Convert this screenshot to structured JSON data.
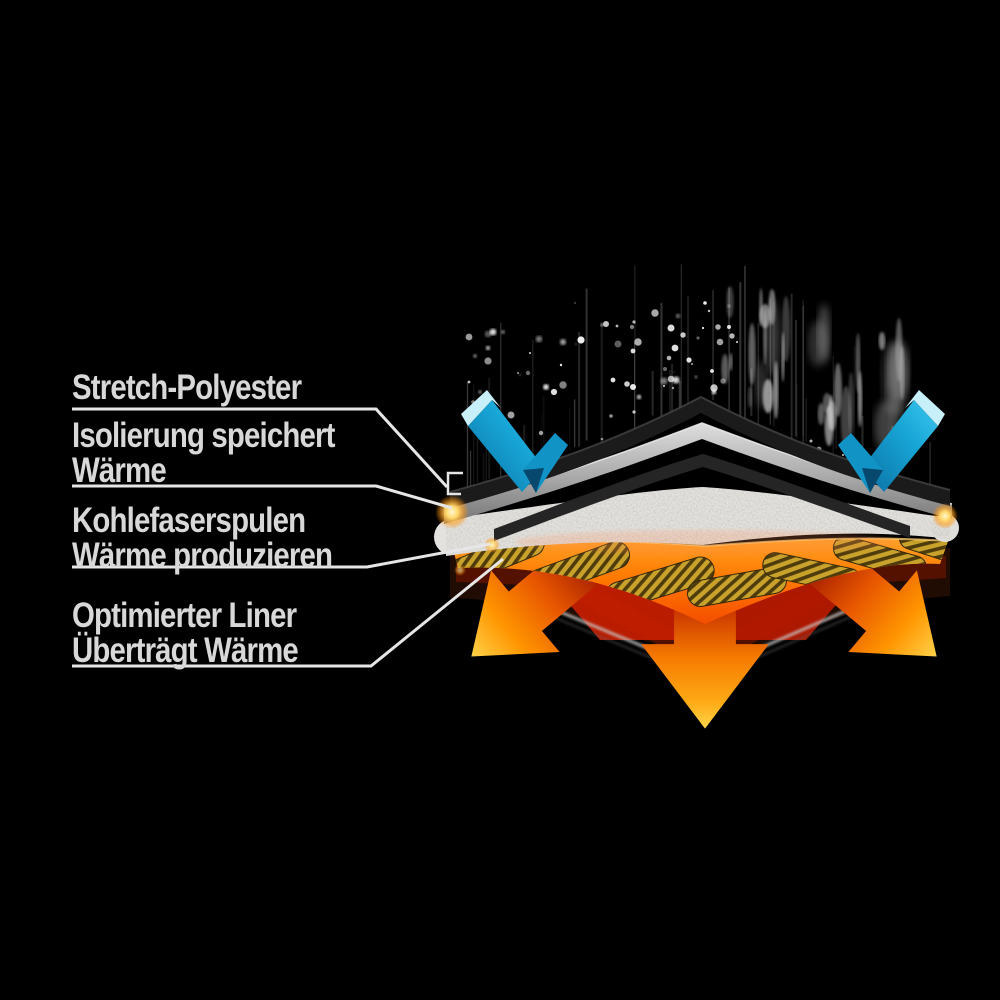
{
  "labels": [
    {
      "id": "stretch-polyester",
      "lines": [
        "Stretch-Polyester",
        ""
      ]
    },
    {
      "id": "isolierung",
      "lines": [
        "Isolierung speichert",
        "Wärme"
      ]
    },
    {
      "id": "kohlefaserspulen",
      "lines": [
        "Kohlefaserspulen",
        "Wärme produzieren"
      ]
    },
    {
      "id": "optimierter-liner",
      "lines": [
        "Optimierter Liner",
        "Überträgt Wärme"
      ]
    }
  ],
  "colors": {
    "background": "#000000",
    "label_text": "#d8d8d8",
    "callout_line": "#e6e6e6",
    "cold_arrow_blue": "#1fa9dd",
    "heat_arrow_orange": "#ff8a00",
    "heat_arrow_gold_tip": "#ffd34a",
    "heated_layer_orange": "#ff7d00",
    "carbon_coil_gold": "#c9a22b",
    "insulation_white": "#e4e2de",
    "silver_layer": "#c0c0c0",
    "shell_dark": "#1d1d1d"
  },
  "icons": [
    {
      "name": "snow-particles"
    },
    {
      "name": "rain-streaks"
    },
    {
      "name": "cold-deflect-arrow-left"
    },
    {
      "name": "cold-deflect-arrow-right"
    },
    {
      "name": "heat-arrow-down-left"
    },
    {
      "name": "heat-arrow-down"
    },
    {
      "name": "heat-arrow-down-right"
    }
  ]
}
